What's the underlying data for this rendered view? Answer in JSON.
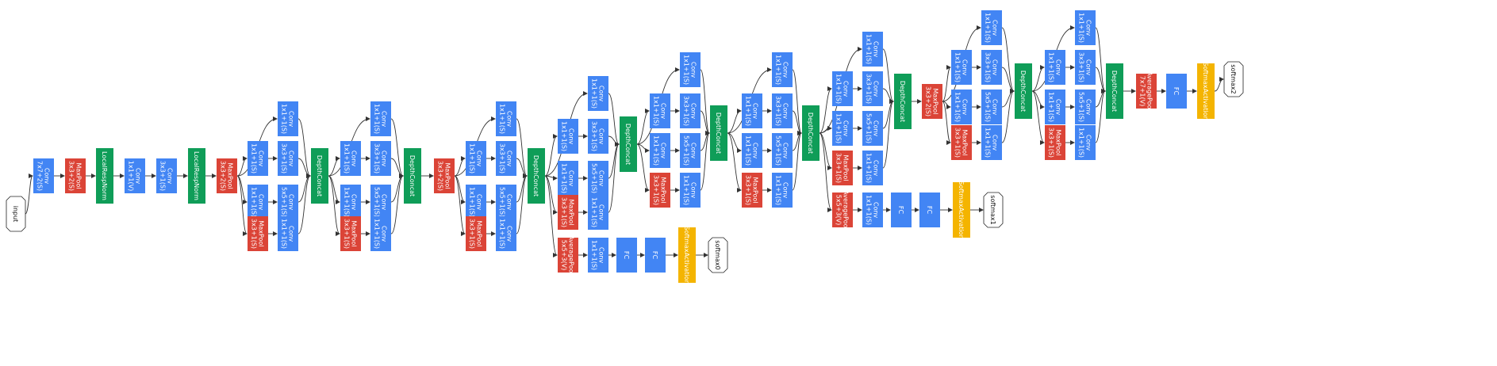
{
  "diagram": {
    "kind": "googlenet-inception-v1",
    "colors": {
      "conv": "#4285f4",
      "pool": "#db4437",
      "concat": "#0f9d58",
      "softmax": "#f4b400",
      "terminal_fill": "#ffffff",
      "terminal_stroke": "#222222",
      "edge": "#333333"
    },
    "nodes": [
      {
        "id": "input",
        "type": "terminal",
        "lines": [
          "input"
        ]
      },
      {
        "id": "c1",
        "type": "conv",
        "lines": [
          "Conv",
          "7x7+2(S)"
        ]
      },
      {
        "id": "p1",
        "type": "pool",
        "lines": [
          "MaxPool",
          "3x3+2(S)"
        ]
      },
      {
        "id": "n1",
        "type": "concat",
        "lines": [
          "LocalRespNorm"
        ]
      },
      {
        "id": "c2",
        "type": "conv",
        "lines": [
          "Conv",
          "1x1+1(V)"
        ]
      },
      {
        "id": "c3",
        "type": "conv",
        "lines": [
          "Conv",
          "3x3+1(S)"
        ]
      },
      {
        "id": "n2",
        "type": "concat",
        "lines": [
          "LocalRespNorm"
        ]
      },
      {
        "id": "p2",
        "type": "pool",
        "lines": [
          "MaxPool",
          "3x3+2(S)"
        ]
      },
      {
        "id": "i3a_b1",
        "type": "conv",
        "lines": [
          "Conv",
          "1x1+1(S)"
        ]
      },
      {
        "id": "i3a_r1",
        "type": "conv",
        "lines": [
          "Conv",
          "1x1+1(S)"
        ]
      },
      {
        "id": "i3a_b2",
        "type": "conv",
        "lines": [
          "Conv",
          "3x3+1(S)"
        ]
      },
      {
        "id": "i3a_r2",
        "type": "conv",
        "lines": [
          "Conv",
          "1x1+1(S)"
        ]
      },
      {
        "id": "i3a_b3",
        "type": "conv",
        "lines": [
          "Conv",
          "5x5+1(S)"
        ]
      },
      {
        "id": "i3a_p",
        "type": "pool",
        "lines": [
          "MaxPool",
          "3x3+1(S)"
        ]
      },
      {
        "id": "i3a_b4",
        "type": "conv",
        "lines": [
          "Conv",
          "1x1+1(S)"
        ]
      },
      {
        "id": "i3a_cat",
        "type": "concat",
        "lines": [
          "DepthConcat"
        ]
      },
      {
        "id": "i3b_b1",
        "type": "conv",
        "lines": [
          "Conv",
          "1x1+1(S)"
        ]
      },
      {
        "id": "i3b_r1",
        "type": "conv",
        "lines": [
          "Conv",
          "1x1+1(S)"
        ]
      },
      {
        "id": "i3b_b2",
        "type": "conv",
        "lines": [
          "Conv",
          "3x3+1(S)"
        ]
      },
      {
        "id": "i3b_r2",
        "type": "conv",
        "lines": [
          "Conv",
          "1x1+1(S)"
        ]
      },
      {
        "id": "i3b_b3",
        "type": "conv",
        "lines": [
          "Conv",
          "5x5+1(S)"
        ]
      },
      {
        "id": "i3b_p",
        "type": "pool",
        "lines": [
          "MaxPool",
          "3x3+1(S)"
        ]
      },
      {
        "id": "i3b_b4",
        "type": "conv",
        "lines": [
          "Conv",
          "1x1+1(S)"
        ]
      },
      {
        "id": "i3b_cat",
        "type": "concat",
        "lines": [
          "DepthConcat"
        ]
      },
      {
        "id": "p3",
        "type": "pool",
        "lines": [
          "MaxPool",
          "3x3+2(S)"
        ]
      },
      {
        "id": "i4a_b1",
        "type": "conv",
        "lines": [
          "Conv",
          "1x1+1(S)"
        ]
      },
      {
        "id": "i4a_r1",
        "type": "conv",
        "lines": [
          "Conv",
          "1x1+1(S)"
        ]
      },
      {
        "id": "i4a_b2",
        "type": "conv",
        "lines": [
          "Conv",
          "3x3+1(S)"
        ]
      },
      {
        "id": "i4a_r2",
        "type": "conv",
        "lines": [
          "Conv",
          "1x1+1(S)"
        ]
      },
      {
        "id": "i4a_b3",
        "type": "conv",
        "lines": [
          "Conv",
          "5x5+1(S)"
        ]
      },
      {
        "id": "i4a_p",
        "type": "pool",
        "lines": [
          "MaxPool",
          "3x3+1(S)"
        ]
      },
      {
        "id": "i4a_b4",
        "type": "conv",
        "lines": [
          "Conv",
          "1x1+1(S)"
        ]
      },
      {
        "id": "i4a_cat",
        "type": "concat",
        "lines": [
          "DepthConcat"
        ]
      },
      {
        "id": "i4b_b1",
        "type": "conv",
        "lines": [
          "Conv",
          "1x1+1(S)"
        ]
      },
      {
        "id": "i4b_r1",
        "type": "conv",
        "lines": [
          "Conv",
          "1x1+1(S)"
        ]
      },
      {
        "id": "i4b_b2",
        "type": "conv",
        "lines": [
          "Conv",
          "3x3+1(S)"
        ]
      },
      {
        "id": "i4b_r2",
        "type": "conv",
        "lines": [
          "Conv",
          "1x1+1(S)"
        ]
      },
      {
        "id": "i4b_b3",
        "type": "conv",
        "lines": [
          "Conv",
          "5x5+1(S)"
        ]
      },
      {
        "id": "i4b_p",
        "type": "pool",
        "lines": [
          "MaxPool",
          "3x3+1(S)"
        ]
      },
      {
        "id": "i4b_b4",
        "type": "conv",
        "lines": [
          "Conv",
          "1x1+1(S)"
        ]
      },
      {
        "id": "i4b_cat",
        "type": "concat",
        "lines": [
          "DepthConcat"
        ]
      },
      {
        "id": "aux0_pool",
        "type": "pool",
        "lines": [
          "AveragePool",
          "5x5+3(V)"
        ]
      },
      {
        "id": "aux0_conv",
        "type": "conv",
        "lines": [
          "Conv",
          "1x1+1(S)"
        ]
      },
      {
        "id": "aux0_fc1",
        "type": "conv",
        "lines": [
          "FC"
        ]
      },
      {
        "id": "aux0_fc2",
        "type": "conv",
        "lines": [
          "FC"
        ]
      },
      {
        "id": "aux0_sm",
        "type": "softmax",
        "lines": [
          "SoftmaxActivation"
        ]
      },
      {
        "id": "softmax0",
        "type": "terminal",
        "lines": [
          "softmax0"
        ]
      },
      {
        "id": "i4c_b1",
        "type": "conv",
        "lines": [
          "Conv",
          "1x1+1(S)"
        ]
      },
      {
        "id": "i4c_r1",
        "type": "conv",
        "lines": [
          "Conv",
          "1x1+1(S)"
        ]
      },
      {
        "id": "i4c_b2",
        "type": "conv",
        "lines": [
          "Conv",
          "3x3+1(S)"
        ]
      },
      {
        "id": "i4c_r2",
        "type": "conv",
        "lines": [
          "Conv",
          "1x1+1(S)"
        ]
      },
      {
        "id": "i4c_b3",
        "type": "conv",
        "lines": [
          "Conv",
          "5x5+1(S)"
        ]
      },
      {
        "id": "i4c_p",
        "type": "pool",
        "lines": [
          "MaxPool",
          "3x3+1(S)"
        ]
      },
      {
        "id": "i4c_b4",
        "type": "conv",
        "lines": [
          "Conv",
          "1x1+1(S)"
        ]
      },
      {
        "id": "i4c_cat",
        "type": "concat",
        "lines": [
          "DepthConcat"
        ]
      },
      {
        "id": "i4d_b1",
        "type": "conv",
        "lines": [
          "Conv",
          "1x1+1(S)"
        ]
      },
      {
        "id": "i4d_r1",
        "type": "conv",
        "lines": [
          "Conv",
          "1x1+1(S)"
        ]
      },
      {
        "id": "i4d_b2",
        "type": "conv",
        "lines": [
          "Conv",
          "3x3+1(S)"
        ]
      },
      {
        "id": "i4d_r2",
        "type": "conv",
        "lines": [
          "Conv",
          "1x1+1(S)"
        ]
      },
      {
        "id": "i4d_b3",
        "type": "conv",
        "lines": [
          "Conv",
          "5x5+1(S)"
        ]
      },
      {
        "id": "i4d_p",
        "type": "pool",
        "lines": [
          "MaxPool",
          "3x3+1(S)"
        ]
      },
      {
        "id": "i4d_b4",
        "type": "conv",
        "lines": [
          "Conv",
          "1x1+1(S)"
        ]
      },
      {
        "id": "i4d_cat",
        "type": "concat",
        "lines": [
          "DepthConcat"
        ]
      },
      {
        "id": "i4e_b1",
        "type": "conv",
        "lines": [
          "Conv",
          "1x1+1(S)"
        ]
      },
      {
        "id": "i4e_r1",
        "type": "conv",
        "lines": [
          "Conv",
          "1x1+1(S)"
        ]
      },
      {
        "id": "i4e_b2",
        "type": "conv",
        "lines": [
          "Conv",
          "3x3+1(S)"
        ]
      },
      {
        "id": "i4e_r2",
        "type": "conv",
        "lines": [
          "Conv",
          "1x1+1(S)"
        ]
      },
      {
        "id": "i4e_b3",
        "type": "conv",
        "lines": [
          "Conv",
          "5x5+1(S)"
        ]
      },
      {
        "id": "i4e_p",
        "type": "pool",
        "lines": [
          "MaxPool",
          "3x3+1(S)"
        ]
      },
      {
        "id": "i4e_b4",
        "type": "conv",
        "lines": [
          "Conv",
          "1x1+1(S)"
        ]
      },
      {
        "id": "i4e_cat",
        "type": "concat",
        "lines": [
          "DepthConcat"
        ]
      },
      {
        "id": "aux1_pool",
        "type": "pool",
        "lines": [
          "AveragePool",
          "5x5+3(V)"
        ]
      },
      {
        "id": "aux1_conv",
        "type": "conv",
        "lines": [
          "Conv",
          "1x1+1(S)"
        ]
      },
      {
        "id": "aux1_fc1",
        "type": "conv",
        "lines": [
          "FC"
        ]
      },
      {
        "id": "aux1_fc2",
        "type": "conv",
        "lines": [
          "FC"
        ]
      },
      {
        "id": "aux1_sm",
        "type": "softmax",
        "lines": [
          "SoftmaxActivation"
        ]
      },
      {
        "id": "softmax1",
        "type": "terminal",
        "lines": [
          "softmax1"
        ]
      },
      {
        "id": "p4",
        "type": "pool",
        "lines": [
          "MaxPool",
          "3x3+2(S)"
        ]
      },
      {
        "id": "i5a_b1",
        "type": "conv",
        "lines": [
          "Conv",
          "1x1+1(S)"
        ]
      },
      {
        "id": "i5a_r1",
        "type": "conv",
        "lines": [
          "Conv",
          "1x1+1(S)"
        ]
      },
      {
        "id": "i5a_b2",
        "type": "conv",
        "lines": [
          "Conv",
          "3x3+1(S)"
        ]
      },
      {
        "id": "i5a_r2",
        "type": "conv",
        "lines": [
          "Conv",
          "1x1+1(S)"
        ]
      },
      {
        "id": "i5a_b3",
        "type": "conv",
        "lines": [
          "Conv",
          "5x5+1(S)"
        ]
      },
      {
        "id": "i5a_p",
        "type": "pool",
        "lines": [
          "MaxPool",
          "3x3+1(S)"
        ]
      },
      {
        "id": "i5a_b4",
        "type": "conv",
        "lines": [
          "Conv",
          "1x1+1(S)"
        ]
      },
      {
        "id": "i5a_cat",
        "type": "concat",
        "lines": [
          "DepthConcat"
        ]
      },
      {
        "id": "i5b_b1",
        "type": "conv",
        "lines": [
          "Conv",
          "1x1+1(S)"
        ]
      },
      {
        "id": "i5b_r1",
        "type": "conv",
        "lines": [
          "Conv",
          "1x1+1(S)"
        ]
      },
      {
        "id": "i5b_b2",
        "type": "conv",
        "lines": [
          "Conv",
          "3x3+1(S)"
        ]
      },
      {
        "id": "i5b_r2",
        "type": "conv",
        "lines": [
          "Conv",
          "1x1+1(S)"
        ]
      },
      {
        "id": "i5b_b3",
        "type": "conv",
        "lines": [
          "Conv",
          "5x5+1(S)"
        ]
      },
      {
        "id": "i5b_p",
        "type": "pool",
        "lines": [
          "MaxPool",
          "3x3+1(S)"
        ]
      },
      {
        "id": "i5b_b4",
        "type": "conv",
        "lines": [
          "Conv",
          "1x1+1(S)"
        ]
      },
      {
        "id": "i5b_cat",
        "type": "concat",
        "lines": [
          "DepthConcat"
        ]
      },
      {
        "id": "avgpool",
        "type": "pool",
        "lines": [
          "AveragePool",
          "7x7+1(V)"
        ]
      },
      {
        "id": "fc",
        "type": "conv",
        "lines": [
          "FC"
        ]
      },
      {
        "id": "sm2",
        "type": "softmax",
        "lines": [
          "SoftmaxActivation"
        ]
      },
      {
        "id": "softmax2",
        "type": "terminal",
        "lines": [
          "softmax2"
        ]
      }
    ],
    "edges": [
      [
        "input",
        "c1"
      ],
      [
        "c1",
        "p1"
      ],
      [
        "p1",
        "n1"
      ],
      [
        "n1",
        "c2"
      ],
      [
        "c2",
        "c3"
      ],
      [
        "c3",
        "n2"
      ],
      [
        "n2",
        "p2"
      ],
      [
        "p2",
        "i3a_b1"
      ],
      [
        "p2",
        "i3a_r1"
      ],
      [
        "p2",
        "i3a_r2"
      ],
      [
        "p2",
        "i3a_p"
      ],
      [
        "i3a_r1",
        "i3a_b2"
      ],
      [
        "i3a_r2",
        "i3a_b3"
      ],
      [
        "i3a_p",
        "i3a_b4"
      ],
      [
        "i3a_b1",
        "i3a_cat"
      ],
      [
        "i3a_b2",
        "i3a_cat"
      ],
      [
        "i3a_b3",
        "i3a_cat"
      ],
      [
        "i3a_b4",
        "i3a_cat"
      ],
      [
        "i3a_cat",
        "i3b_b1"
      ],
      [
        "i3a_cat",
        "i3b_r1"
      ],
      [
        "i3a_cat",
        "i3b_r2"
      ],
      [
        "i3a_cat",
        "i3b_p"
      ],
      [
        "i3b_r1",
        "i3b_b2"
      ],
      [
        "i3b_r2",
        "i3b_b3"
      ],
      [
        "i3b_p",
        "i3b_b4"
      ],
      [
        "i3b_b1",
        "i3b_cat"
      ],
      [
        "i3b_b2",
        "i3b_cat"
      ],
      [
        "i3b_b3",
        "i3b_cat"
      ],
      [
        "i3b_b4",
        "i3b_cat"
      ],
      [
        "i3b_cat",
        "p3"
      ],
      [
        "p3",
        "i4a_b1"
      ],
      [
        "p3",
        "i4a_r1"
      ],
      [
        "p3",
        "i4a_r2"
      ],
      [
        "p3",
        "i4a_p"
      ],
      [
        "i4a_r1",
        "i4a_b2"
      ],
      [
        "i4a_r2",
        "i4a_b3"
      ],
      [
        "i4a_p",
        "i4a_b4"
      ],
      [
        "i4a_b1",
        "i4a_cat"
      ],
      [
        "i4a_b2",
        "i4a_cat"
      ],
      [
        "i4a_b3",
        "i4a_cat"
      ],
      [
        "i4a_b4",
        "i4a_cat"
      ],
      [
        "i4a_cat",
        "i4b_b1"
      ],
      [
        "i4a_cat",
        "i4b_r1"
      ],
      [
        "i4a_cat",
        "i4b_r2"
      ],
      [
        "i4a_cat",
        "i4b_p"
      ],
      [
        "i4a_cat",
        "aux0_pool"
      ],
      [
        "i4b_r1",
        "i4b_b2"
      ],
      [
        "i4b_r2",
        "i4b_b3"
      ],
      [
        "i4b_p",
        "i4b_b4"
      ],
      [
        "i4b_b1",
        "i4b_cat"
      ],
      [
        "i4b_b2",
        "i4b_cat"
      ],
      [
        "i4b_b3",
        "i4b_cat"
      ],
      [
        "i4b_b4",
        "i4b_cat"
      ],
      [
        "aux0_pool",
        "aux0_conv"
      ],
      [
        "aux0_conv",
        "aux0_fc1"
      ],
      [
        "aux0_fc1",
        "aux0_fc2"
      ],
      [
        "aux0_fc2",
        "aux0_sm"
      ],
      [
        "aux0_sm",
        "softmax0"
      ],
      [
        "i4b_cat",
        "i4c_b1"
      ],
      [
        "i4b_cat",
        "i4c_r1"
      ],
      [
        "i4b_cat",
        "i4c_r2"
      ],
      [
        "i4b_cat",
        "i4c_p"
      ],
      [
        "i4c_r1",
        "i4c_b2"
      ],
      [
        "i4c_r2",
        "i4c_b3"
      ],
      [
        "i4c_p",
        "i4c_b4"
      ],
      [
        "i4c_b1",
        "i4c_cat"
      ],
      [
        "i4c_b2",
        "i4c_cat"
      ],
      [
        "i4c_b3",
        "i4c_cat"
      ],
      [
        "i4c_b4",
        "i4c_cat"
      ],
      [
        "i4c_cat",
        "i4d_b1"
      ],
      [
        "i4c_cat",
        "i4d_r1"
      ],
      [
        "i4c_cat",
        "i4d_r2"
      ],
      [
        "i4c_cat",
        "i4d_p"
      ],
      [
        "i4d_r1",
        "i4d_b2"
      ],
      [
        "i4d_r2",
        "i4d_b3"
      ],
      [
        "i4d_p",
        "i4d_b4"
      ],
      [
        "i4d_b1",
        "i4d_cat"
      ],
      [
        "i4d_b2",
        "i4d_cat"
      ],
      [
        "i4d_b3",
        "i4d_cat"
      ],
      [
        "i4d_b4",
        "i4d_cat"
      ],
      [
        "i4d_cat",
        "i4e_b1"
      ],
      [
        "i4d_cat",
        "i4e_r1"
      ],
      [
        "i4d_cat",
        "i4e_r2"
      ],
      [
        "i4d_cat",
        "i4e_p"
      ],
      [
        "i4d_cat",
        "aux1_pool"
      ],
      [
        "i4e_r1",
        "i4e_b2"
      ],
      [
        "i4e_r2",
        "i4e_b3"
      ],
      [
        "i4e_p",
        "i4e_b4"
      ],
      [
        "i4e_b1",
        "i4e_cat"
      ],
      [
        "i4e_b2",
        "i4e_cat"
      ],
      [
        "i4e_b3",
        "i4e_cat"
      ],
      [
        "i4e_b4",
        "i4e_cat"
      ],
      [
        "aux1_pool",
        "aux1_conv"
      ],
      [
        "aux1_conv",
        "aux1_fc1"
      ],
      [
        "aux1_fc1",
        "aux1_fc2"
      ],
      [
        "aux1_fc2",
        "aux1_sm"
      ],
      [
        "aux1_sm",
        "softmax1"
      ],
      [
        "i4e_cat",
        "p4"
      ],
      [
        "p4",
        "i5a_b1"
      ],
      [
        "p4",
        "i5a_r1"
      ],
      [
        "p4",
        "i5a_r2"
      ],
      [
        "p4",
        "i5a_p"
      ],
      [
        "i5a_r1",
        "i5a_b2"
      ],
      [
        "i5a_r2",
        "i5a_b3"
      ],
      [
        "i5a_p",
        "i5a_b4"
      ],
      [
        "i5a_b1",
        "i5a_cat"
      ],
      [
        "i5a_b2",
        "i5a_cat"
      ],
      [
        "i5a_b3",
        "i5a_cat"
      ],
      [
        "i5a_b4",
        "i5a_cat"
      ],
      [
        "i5a_cat",
        "i5b_b1"
      ],
      [
        "i5a_cat",
        "i5b_r1"
      ],
      [
        "i5a_cat",
        "i5b_r2"
      ],
      [
        "i5a_cat",
        "i5b_p"
      ],
      [
        "i5b_r1",
        "i5b_b2"
      ],
      [
        "i5b_r2",
        "i5b_b3"
      ],
      [
        "i5b_p",
        "i5b_b4"
      ],
      [
        "i5b_b1",
        "i5b_cat"
      ],
      [
        "i5b_b2",
        "i5b_cat"
      ],
      [
        "i5b_b3",
        "i5b_cat"
      ],
      [
        "i5b_b4",
        "i5b_cat"
      ],
      [
        "i5b_cat",
        "avgpool"
      ],
      [
        "avgpool",
        "fc"
      ],
      [
        "fc",
        "sm2"
      ],
      [
        "sm2",
        "softmax2"
      ]
    ]
  }
}
